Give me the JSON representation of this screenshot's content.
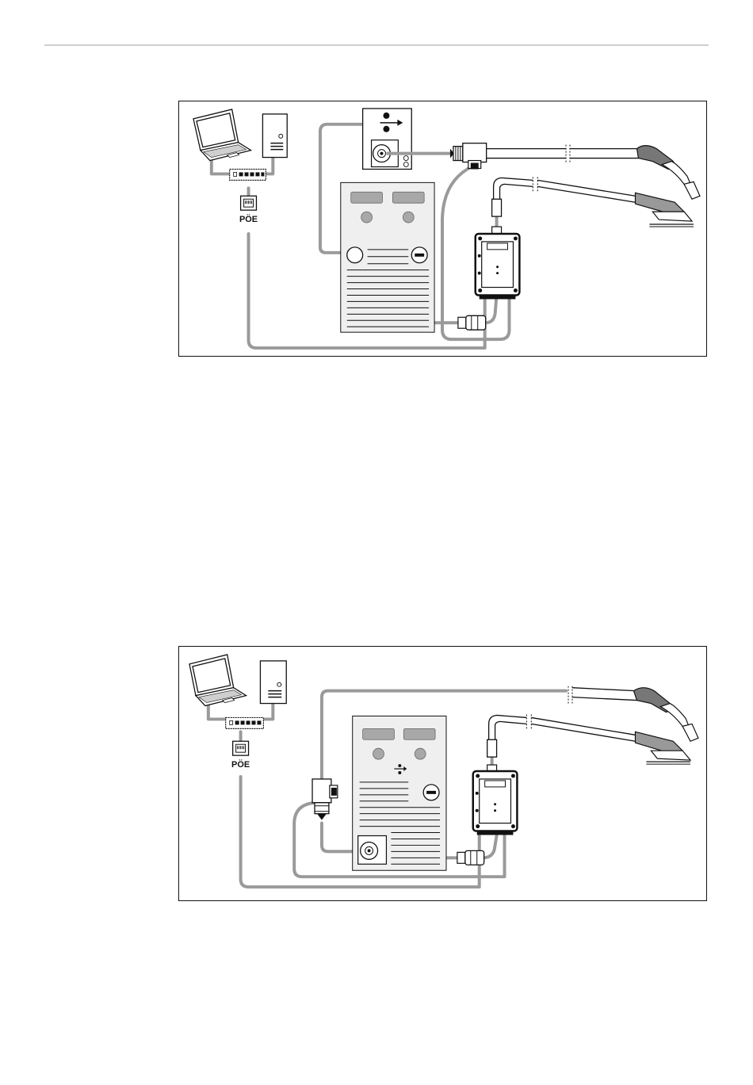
{
  "figures": [
    {
      "id": "figure-1",
      "poe_label": "PÖE"
    },
    {
      "id": "figure-2",
      "poe_label": "PÖE"
    }
  ],
  "icons": [
    "laptop-icon",
    "tower-pc-icon",
    "network-switch-icon",
    "poe-port-icon",
    "wire-feeder-icon",
    "power-source-icon",
    "current-sensor-icon",
    "welding-torch-icon",
    "ground-clamp-icon",
    "connector-icon"
  ],
  "colors": {
    "line": "#111111",
    "cable": "#9a9a9a",
    "panel": "#efefef",
    "display": "#a8a8a8"
  }
}
